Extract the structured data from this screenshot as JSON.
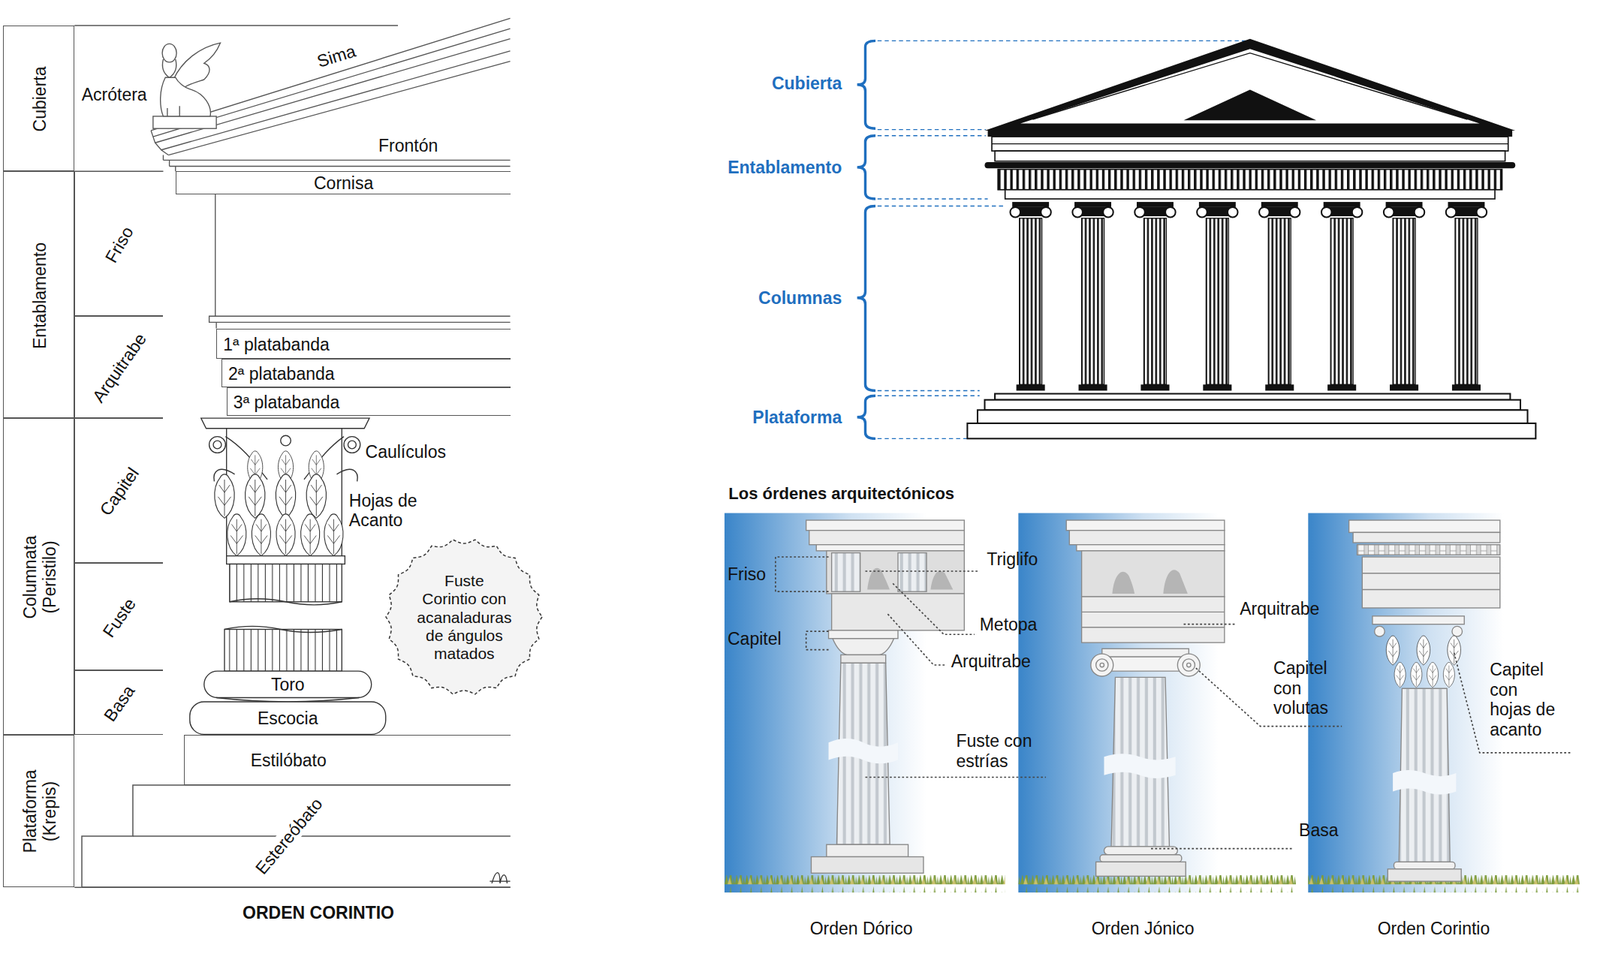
{
  "diagram": {
    "nodes": [
      {
        "text": [
          "Cubierta"
        ]
      },
      {
        "text": [
          "Entablamento"
        ]
      },
      {
        "text": [
          "Columnata (Peristilo)"
        ]
      },
      {
        "text": [
          "Plataforma (Krepis)"
        ]
      },
      {
        "text": [
          "Friso"
        ]
      },
      {
        "text": [
          "Arquitrabe"
        ]
      },
      {
        "text": [
          "Capitel"
        ]
      },
      {
        "text": [
          "Fuste"
        ]
      },
      {
        "text": [
          "Basa"
        ]
      },
      {
        "text": [
          "Cornisa"
        ]
      },
      {
        "text": [
          "1ª platabanda"
        ]
      },
      {
        "text": [
          "2ª platabanda"
        ]
      },
      {
        "text": [
          "3ª platabanda"
        ]
      },
      {
        "text": [
          "Fuste Corintio con acanaladuras de ángulos matados"
        ]
      },
      {
        "text": [
          "Estilóbato"
        ]
      },
      {
        "text": [
          "Estereóbato"
        ]
      }
    ],
    "labels": [
      "Acrótera",
      "Sima",
      "Frontón",
      "Caulículos",
      "Hojas de Acanto",
      "Toro",
      "Escocia",
      "ORDEN CORINTIO",
      "Cubierta",
      "Entablamento",
      "Columnas",
      "Plataforma",
      "Los órdenes arquitectónicos",
      "Friso",
      "Capitel",
      "Triglifo",
      "Metopa",
      "Arquitrabe",
      "Fuste con estrías",
      "Arquitrabe",
      "Capitel con volutas",
      "Basa",
      "Capitel con hojas de acanto",
      "Orden Dórico",
      "Orden Jónico",
      "Orden Corintio"
    ]
  }
}
